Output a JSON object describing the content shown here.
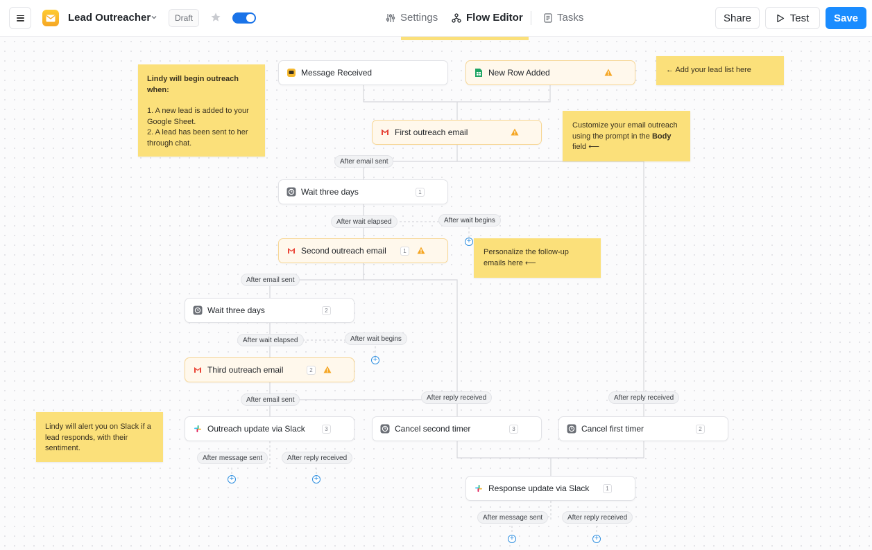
{
  "header": {
    "app_title": "Lead Outreacher",
    "status_badge": "Draft",
    "nav": {
      "settings": "Settings",
      "flow_editor": "Flow Editor",
      "tasks": "Tasks"
    },
    "actions": {
      "share": "Share",
      "test": "Test",
      "save": "Save"
    },
    "accent_color": "#1a8cff"
  },
  "nodes": {
    "message_received": {
      "label": "Message Received"
    },
    "new_row_added": {
      "label": "New Row Added"
    },
    "first_outreach": {
      "label": "First outreach email"
    },
    "wait_1": {
      "label": "Wait three days",
      "count": "1"
    },
    "second_outreach": {
      "label": "Second outreach email",
      "count": "1"
    },
    "wait_2": {
      "label": "Wait three days",
      "count": "2"
    },
    "third_outreach": {
      "label": "Third outreach email",
      "count": "2"
    },
    "slack_update": {
      "label": "Outreach update via Slack",
      "count": "3"
    },
    "cancel_second": {
      "label": "Cancel second timer",
      "count": "3"
    },
    "cancel_first": {
      "label": "Cancel first timer",
      "count": "2"
    },
    "response_slack": {
      "label": "Response update via Slack",
      "count": "1"
    }
  },
  "edges": {
    "after_email_sent": "After email sent",
    "after_wait_elapsed": "After wait elapsed",
    "after_wait_begins": "After wait begins",
    "after_reply_received": "After reply received",
    "after_message_sent": "After message sent"
  },
  "notes": {
    "begin_heading": "Lindy will begin outreach when:",
    "begin_item1": "1. A new lead is added to your Google Sheet.",
    "begin_item2": "2. A lead has been sent to her through chat.",
    "lead_list": "← Add your lead list here",
    "customize_pre": "Customize your email outreach using the prompt in the ",
    "customize_bold": "Body",
    "customize_post": " field ⟵",
    "personalize": "Personalize the follow-up emails here ⟵",
    "slack_alert": "Lindy will alert you on Slack if a lead responds, with their sentiment."
  }
}
